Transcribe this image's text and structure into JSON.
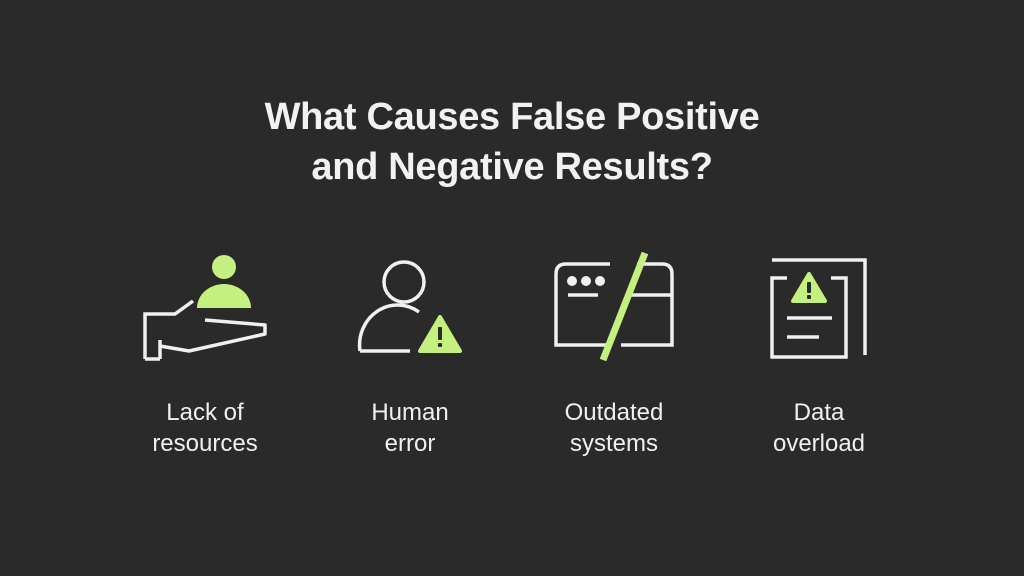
{
  "title": {
    "line1": "What Causes False Positive",
    "line2": "and Negative Results?"
  },
  "colors": {
    "background": "#2b2a2a",
    "accent": "#c3f07e",
    "foreground": "#f0f0f0"
  },
  "items": [
    {
      "icon": "hand-holding-person-icon",
      "line1": "Lack of",
      "line2": "resources"
    },
    {
      "icon": "person-warning-icon",
      "line1": "Human",
      "line2": "error"
    },
    {
      "icon": "broken-window-icon",
      "line1": "Outdated",
      "line2": "systems"
    },
    {
      "icon": "document-warning-icon",
      "line1": "Data",
      "line2": "overload"
    }
  ]
}
